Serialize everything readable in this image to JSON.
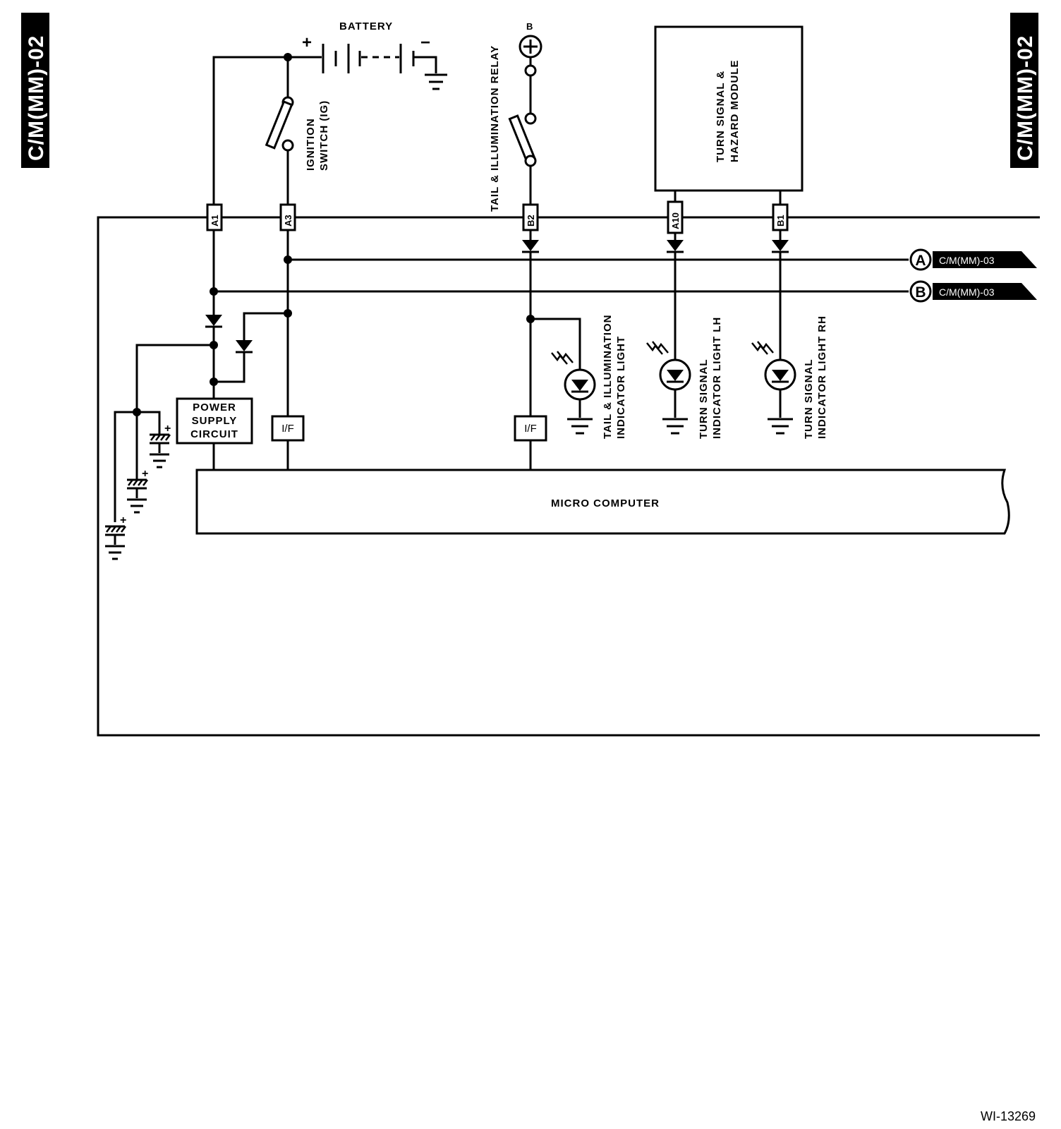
{
  "page_tag": "C/M(MM)-02",
  "battery": {
    "label": "BATTERY",
    "plus": "+",
    "minus": "−"
  },
  "ignition_switch": {
    "line1": "IGNITION",
    "line2": "SWITCH (IG)"
  },
  "relay": {
    "label": "TAIL & ILLUMINATION RELAY",
    "supply": "B"
  },
  "turn_module": {
    "line1": "TURN SIGNAL &",
    "line2": "HAZARD MODULE"
  },
  "pins": [
    "A1",
    "A3",
    "B2",
    "A10",
    "B1"
  ],
  "interfaces": [
    "I/F",
    "I/F"
  ],
  "power_supply": {
    "line1": "POWER",
    "line2": "SUPPLY",
    "line3": "CIRCUIT"
  },
  "micro_computer": "MICRO COMPUTER",
  "capacitor_sign": "+",
  "indicators": [
    {
      "line1": "TAIL & ILLUMINATION",
      "line2": "INDICATOR LIGHT"
    },
    {
      "line1": "TURN SIGNAL",
      "line2": "INDICATOR LIGHT LH"
    },
    {
      "line1": "TURN SIGNAL",
      "line2": "INDICATOR LIGHT RH"
    }
  ],
  "connectors": [
    {
      "letter": "A",
      "ref": "C/M(MM)-03"
    },
    {
      "letter": "B",
      "ref": "C/M(MM)-03"
    }
  ],
  "figure_id": "WI-13269"
}
